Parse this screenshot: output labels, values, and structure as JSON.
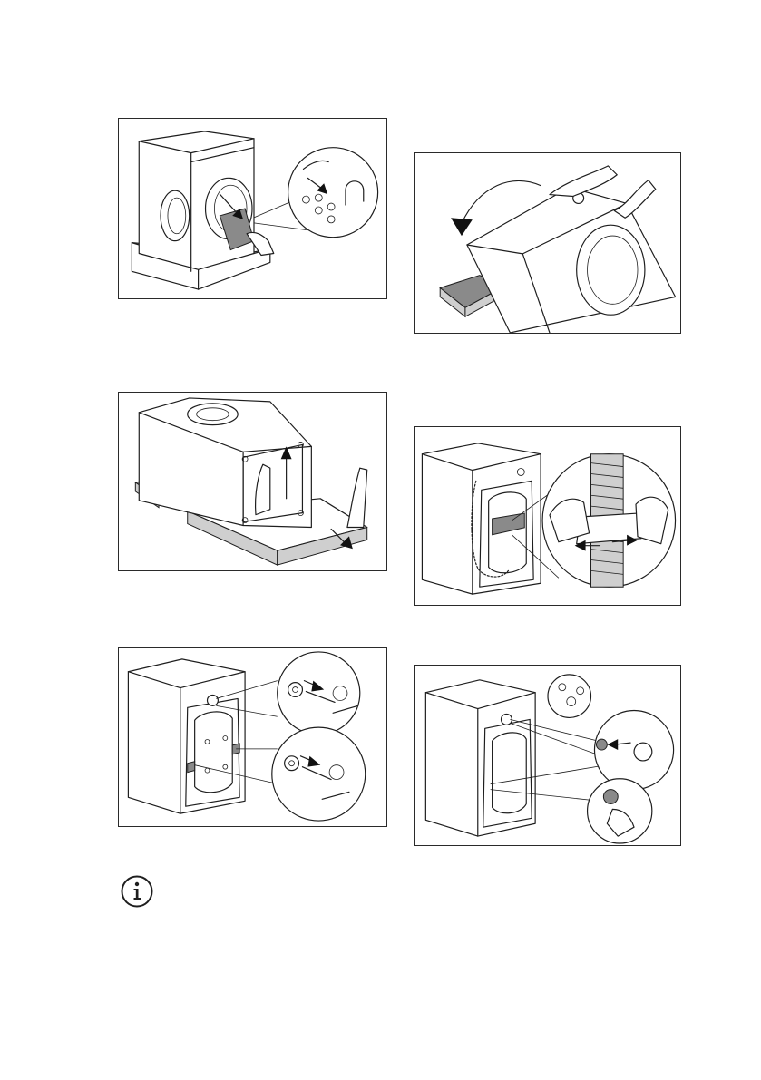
{
  "figures": [
    {
      "id": "p1",
      "icon": "remove-accessory-bag"
    },
    {
      "id": "p2",
      "icon": "tilt-machine-back"
    },
    {
      "id": "p3",
      "icon": "remove-packaging-base"
    },
    {
      "id": "p4",
      "icon": "release-hose-clip"
    },
    {
      "id": "p5",
      "icon": "unscrew-transit-bolts"
    },
    {
      "id": "p6",
      "icon": "insert-plastic-caps"
    }
  ],
  "info_icon": {
    "label": "i",
    "icon": "info-icon"
  },
  "colors": {
    "line": "#1e1e1e",
    "fill_dark": "#8a8a8a",
    "fill_light": "#cfcfcf",
    "background": "#ffffff"
  }
}
